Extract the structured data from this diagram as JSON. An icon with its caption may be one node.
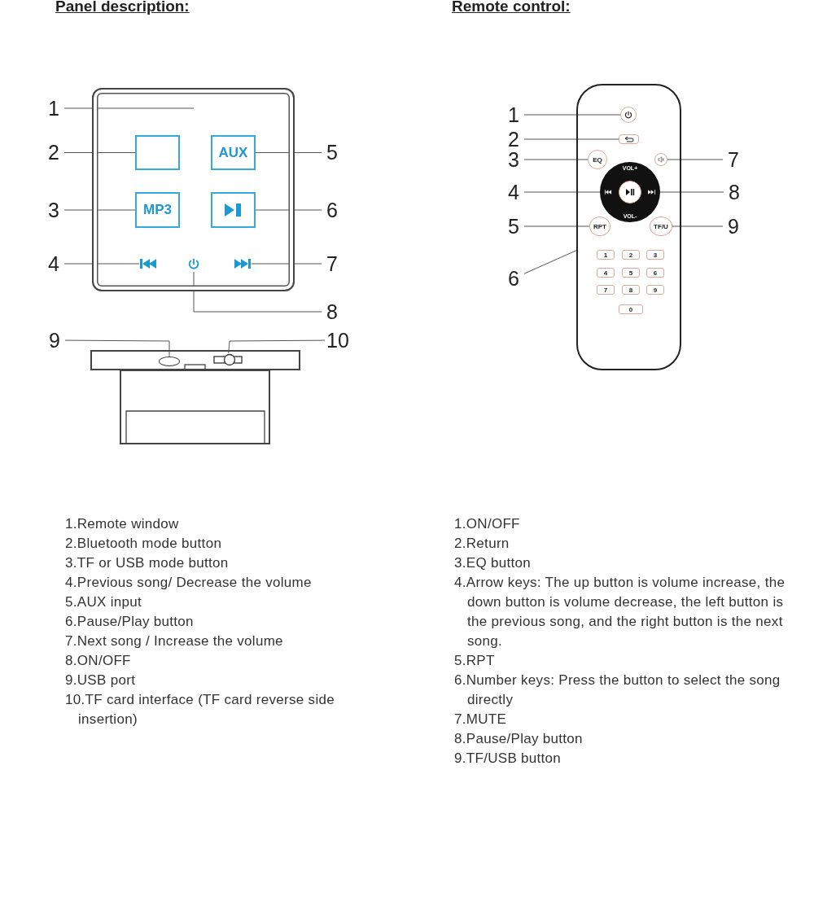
{
  "diagram": {
    "nodes": [
      {
        "text": [],
        "shape": "box"
      },
      {
        "text": [],
        "shape": "box",
        "in": 0
      },
      {
        "text": [
          "AUX"
        ],
        "in": 0
      },
      {
        "text": [
          "MP3"
        ],
        "in": 0
      },
      {
        "text": [],
        "shape": "box",
        "in": 0
      },
      {
        "text": [],
        "shape": "symbol",
        "in": 0
      },
      {
        "text": [],
        "shape": "symbol",
        "in": 0
      },
      {
        "text": [],
        "shape": "symbol",
        "in": 0
      },
      {
        "text": [],
        "shape": "box"
      },
      {
        "text": [],
        "shape": "oval",
        "in": 8
      },
      {
        "text": [],
        "shape": "slot",
        "in": 8
      },
      {
        "text": [
          "1"
        ]
      },
      {
        "text": [
          "2"
        ]
      },
      {
        "text": [
          "3"
        ]
      },
      {
        "text": [
          "4"
        ]
      },
      {
        "text": [
          "5"
        ]
      },
      {
        "text": [
          "6"
        ]
      },
      {
        "text": [
          "7"
        ]
      },
      {
        "text": [
          "8"
        ]
      },
      {
        "text": [
          "9"
        ]
      },
      {
        "text": [
          "10"
        ]
      },
      {
        "text": [],
        "shape": "box"
      },
      {
        "text": [],
        "shape": "circle",
        "in": 21
      },
      {
        "text": [],
        "shape": "box",
        "in": 21
      },
      {
        "text": [
          "EQ"
        ],
        "in": 21
      },
      {
        "text": [],
        "shape": "circle",
        "in": 21
      },
      {
        "text": [
          "VOL+",
          "VOL-"
        ],
        "in": 21
      },
      {
        "text": [],
        "shape": "circle",
        "in": 26
      },
      {
        "text": [
          "RPT"
        ],
        "in": 21
      },
      {
        "text": [
          "TF/U"
        ],
        "in": 21
      },
      {
        "text": [
          "1"
        ],
        "in": 21
      },
      {
        "text": [
          "2"
        ],
        "in": 21
      },
      {
        "text": [
          "3"
        ],
        "in": 21
      },
      {
        "text": [
          "4"
        ],
        "in": 21
      },
      {
        "text": [
          "5"
        ],
        "in": 21
      },
      {
        "text": [
          "6"
        ],
        "in": 21
      },
      {
        "text": [
          "7"
        ],
        "in": 21
      },
      {
        "text": [
          "8"
        ],
        "in": 21
      },
      {
        "text": [
          "9"
        ],
        "in": 21
      },
      {
        "text": [
          "0"
        ],
        "in": 21
      },
      {
        "text": [
          "1"
        ]
      },
      {
        "text": [
          "2"
        ]
      },
      {
        "text": [
          "3"
        ]
      },
      {
        "text": [
          "4"
        ]
      },
      {
        "text": [
          "5"
        ]
      },
      {
        "text": [
          "6"
        ]
      },
      {
        "text": [
          "7"
        ]
      },
      {
        "text": [
          "8"
        ]
      },
      {
        "text": [
          "9"
        ]
      }
    ],
    "edges": [
      {
        "from": 11,
        "to": null,
        "arrow": "none"
      },
      {
        "from": 12,
        "to": 1,
        "arrow": "none"
      },
      {
        "from": 13,
        "to": 3,
        "arrow": "none"
      },
      {
        "from": 14,
        "to": 5,
        "arrow": "none"
      },
      {
        "from": 15,
        "to": 2,
        "arrow": "none"
      },
      {
        "from": 16,
        "to": 4,
        "arrow": "none"
      },
      {
        "from": 17,
        "to": 7,
        "arrow": "none"
      },
      {
        "from": 18,
        "to": 6,
        "arrow": "none"
      },
      {
        "from": 19,
        "to": 9,
        "arrow": "none"
      },
      {
        "from": 20,
        "to": 10,
        "arrow": "none"
      },
      {
        "from": 40,
        "to": 22,
        "arrow": "none"
      },
      {
        "from": 41,
        "to": 23,
        "arrow": "none"
      },
      {
        "from": 42,
        "to": 24,
        "arrow": "none"
      },
      {
        "from": 43,
        "to": 26,
        "arrow": "none"
      },
      {
        "from": 44,
        "to": 28,
        "arrow": "none"
      },
      {
        "from": 45,
        "to": 21,
        "arrow": "none"
      },
      {
        "from": 46,
        "to": 25,
        "arrow": "none"
      },
      {
        "from": 47,
        "to": 26,
        "arrow": "none"
      },
      {
        "from": 48,
        "to": 29,
        "arrow": "none"
      }
    ],
    "labels": [
      "Panel description:",
      "Remote control:",
      "1.Remote window",
      "2.Bluetooth mode button",
      "3.TF or USB mode button",
      "4.Previous song/ Decrease the volume",
      "5.AUX input",
      "6.Pause/Play button",
      "7.Next song / Increase the volume",
      "8.ON/OFF",
      "9.USB port",
      "10.TF card interface (TF card reverse side insertion)",
      "1.ON/OFF",
      "2.Return",
      "3.EQ button",
      "4.Arrow keys: The up button is volume increase, the down button is volume decrease, the left button is the previous song, and the right button is the next song.",
      "5.RPT",
      "6.Number keys: Press the button to select the song directly",
      "7.MUTE",
      "8.Pause/Play button",
      "9.TF/USB button"
    ]
  }
}
